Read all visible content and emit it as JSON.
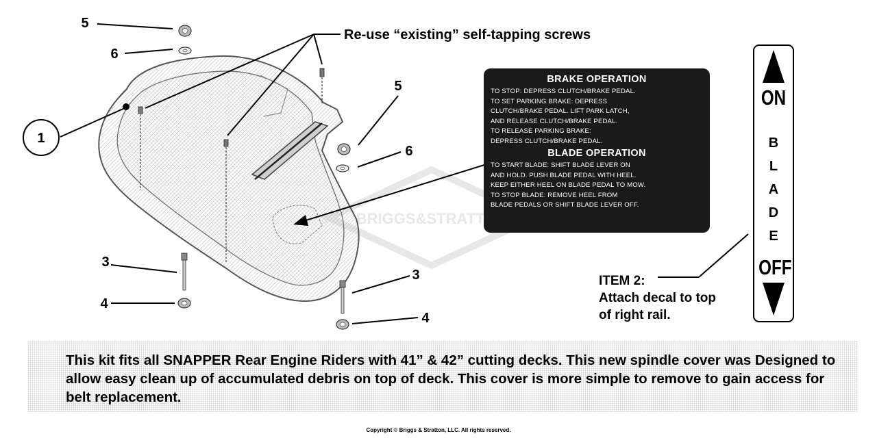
{
  "callouts": {
    "item_1": "1",
    "item_3": "3",
    "item_4": "4",
    "item_5": "5",
    "item_6": "6"
  },
  "screw_note": "Re-use “existing” self-tapping screws",
  "decal": {
    "brake_heading": "BRAKE OPERATION",
    "brake_lines": [
      "To stop: depress clutch/brake pedal.",
      "To set parking brake: depress",
      "clutch/brake pedal. Lift park latch,",
      "and release clutch/brake pedal.",
      "To release parking brake:",
      "depress clutch/brake pedal."
    ],
    "blade_heading": "BLADE OPERATION",
    "blade_lines": [
      "To start blade: shift blade lever on",
      "and hold. Push blade pedal with heel.",
      "Keep either heel on blade pedal to mow.",
      "To stop blade: remove heel from",
      "blade pedals or shift blade lever off."
    ]
  },
  "item2": {
    "title": "ITEM 2:",
    "line1": "Attach decal to top",
    "line2": "of right rail."
  },
  "blade_strip": {
    "on": "ON",
    "word": [
      "B",
      "L",
      "A",
      "D",
      "E"
    ],
    "off": "OFF"
  },
  "watermark": "BRIGGS&STRATTON",
  "note": "This kit fits all SNAPPER Rear Engine Riders with 41” & 42” cutting decks. This new spindle cover was Designed to allow easy clean up of accumulated debris on top of deck. This cover is more simple to remove to gain access for belt replacement.",
  "copyright": "Copyright © Briggs & Stratton, LLC. All rights reserved."
}
